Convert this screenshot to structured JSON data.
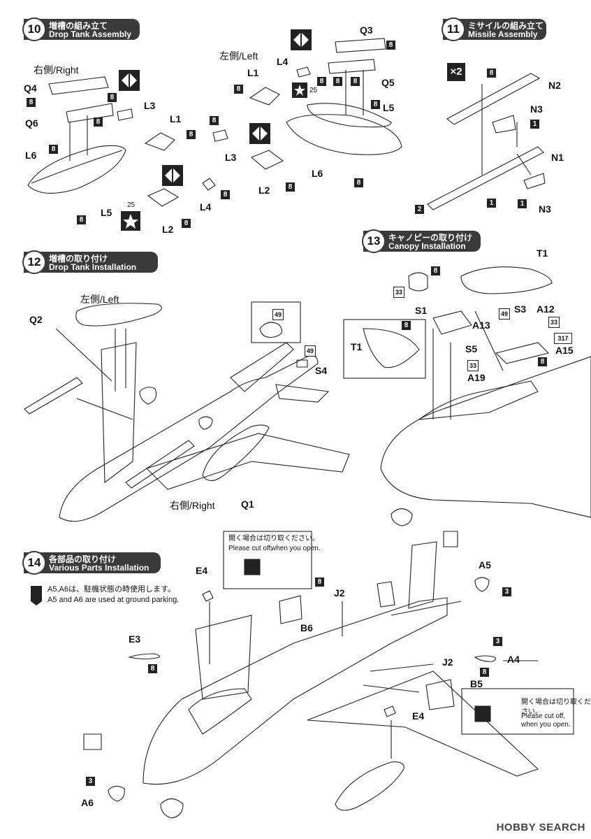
{
  "steps": {
    "s10": {
      "num": "10",
      "jp": "増槽の組み立て",
      "en": "Drop Tank Assembly"
    },
    "s11": {
      "num": "11",
      "jp": "ミサイルの組み立て",
      "en": "Missile Assembly"
    },
    "s12": {
      "num": "12",
      "jp": "増槽の取り付け",
      "en": "Drop Tank Installation"
    },
    "s13": {
      "num": "13",
      "jp": "キャノピーの取り付け",
      "en": "Canopy Installation"
    },
    "s14": {
      "num": "14",
      "jp": "各部品の取り付け",
      "en": "Various Parts Installation"
    }
  },
  "side_labels": {
    "left": "左側/Left",
    "right": "右側/Right"
  },
  "parts": {
    "Q3": "Q3",
    "Q4": "Q4",
    "Q5": "Q5",
    "Q6": "Q6",
    "L1": "L1",
    "L2": "L2",
    "L3": "L3",
    "L4": "L4",
    "L5": "L5",
    "L6": "L6",
    "N1": "N1",
    "N2": "N2",
    "N3": "N3",
    "Q1": "Q1",
    "Q2": "Q2",
    "S4": "S4",
    "T1": "T1",
    "S1": "S1",
    "S3": "S3",
    "S5": "S5",
    "A4": "A4",
    "A5": "A5",
    "A6": "A6",
    "A12": "A12",
    "A13": "A13",
    "A15": "A15",
    "A19": "A19",
    "B5": "B5",
    "B6": "B6",
    "E3": "E3",
    "E4": "E4",
    "J2": "J2"
  },
  "colors": {
    "c1": "1",
    "c2": "2",
    "c3": "3",
    "c8": "8",
    "c33": "33",
    "c49": "49",
    "c317": "317"
  },
  "decal": "25",
  "qty": "×2",
  "cut_note": {
    "jp": "開く場合は切り取ください。",
    "en1": "Please cut off,",
    "en2": "when you open."
  },
  "parking_note": {
    "jp": "A5,A6は、駐機状態の時使用します。",
    "en": "A5 and A6 are used at ground parking."
  },
  "watermark": "HOBBY SEARCH"
}
